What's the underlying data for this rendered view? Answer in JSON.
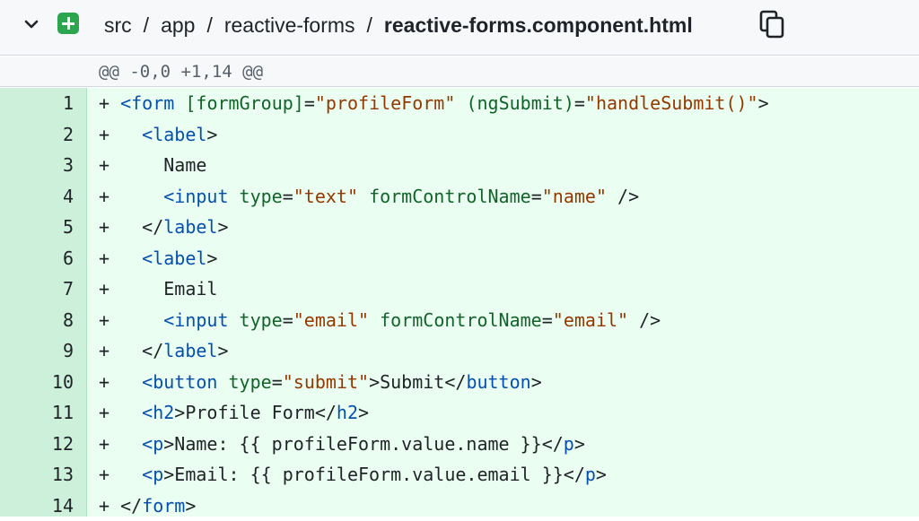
{
  "header": {
    "breadcrumb": [
      "src",
      "app",
      "reactive-forms"
    ],
    "separator": "/",
    "file": "reactive-forms.component.html",
    "icons": {
      "collapse": "chevron-down-icon",
      "status": "file-added-icon",
      "copy": "copy-icon"
    },
    "colors": {
      "added": "#2da44e"
    }
  },
  "hunk": {
    "header": "@@ -0,0 +1,14 @@"
  },
  "lines": [
    {
      "number": "1",
      "segments": [
        [
          "p",
          "+ "
        ],
        [
          "t",
          "<form"
        ],
        [
          "x",
          " "
        ],
        [
          "a",
          "[formGroup]"
        ],
        [
          "x",
          "="
        ],
        [
          "s",
          "\"profileForm\""
        ],
        [
          "x",
          " "
        ],
        [
          "a",
          "(ngSubmit)"
        ],
        [
          "x",
          "="
        ],
        [
          "s",
          "\"handleSubmit()\""
        ],
        [
          "x",
          ">"
        ]
      ]
    },
    {
      "number": "2",
      "segments": [
        [
          "p",
          "+   "
        ],
        [
          "t",
          "<label"
        ],
        [
          "x",
          ">"
        ]
      ]
    },
    {
      "number": "3",
      "segments": [
        [
          "p",
          "+     "
        ],
        [
          "x",
          "Name"
        ]
      ]
    },
    {
      "number": "4",
      "segments": [
        [
          "p",
          "+     "
        ],
        [
          "t",
          "<input"
        ],
        [
          "x",
          " "
        ],
        [
          "a",
          "type"
        ],
        [
          "x",
          "="
        ],
        [
          "s",
          "\"text\""
        ],
        [
          "x",
          " "
        ],
        [
          "a",
          "formControlName"
        ],
        [
          "x",
          "="
        ],
        [
          "s",
          "\"name\""
        ],
        [
          "x",
          " />"
        ]
      ]
    },
    {
      "number": "5",
      "segments": [
        [
          "p",
          "+   "
        ],
        [
          "x",
          "</"
        ],
        [
          "t",
          "label"
        ],
        [
          "x",
          ">"
        ]
      ]
    },
    {
      "number": "6",
      "segments": [
        [
          "p",
          "+   "
        ],
        [
          "t",
          "<label"
        ],
        [
          "x",
          ">"
        ]
      ]
    },
    {
      "number": "7",
      "segments": [
        [
          "p",
          "+     "
        ],
        [
          "x",
          "Email"
        ]
      ]
    },
    {
      "number": "8",
      "segments": [
        [
          "p",
          "+     "
        ],
        [
          "t",
          "<input"
        ],
        [
          "x",
          " "
        ],
        [
          "a",
          "type"
        ],
        [
          "x",
          "="
        ],
        [
          "s",
          "\"email\""
        ],
        [
          "x",
          " "
        ],
        [
          "a",
          "formControlName"
        ],
        [
          "x",
          "="
        ],
        [
          "s",
          "\"email\""
        ],
        [
          "x",
          " />"
        ]
      ]
    },
    {
      "number": "9",
      "segments": [
        [
          "p",
          "+   "
        ],
        [
          "x",
          "</"
        ],
        [
          "t",
          "label"
        ],
        [
          "x",
          ">"
        ]
      ]
    },
    {
      "number": "10",
      "segments": [
        [
          "p",
          "+   "
        ],
        [
          "t",
          "<button"
        ],
        [
          "x",
          " "
        ],
        [
          "a",
          "type"
        ],
        [
          "x",
          "="
        ],
        [
          "s",
          "\"submit\""
        ],
        [
          "x",
          ">Submit</"
        ],
        [
          "t",
          "button"
        ],
        [
          "x",
          ">"
        ]
      ]
    },
    {
      "number": "11",
      "segments": [
        [
          "p",
          "+   "
        ],
        [
          "t",
          "<h2"
        ],
        [
          "x",
          ">Profile Form</"
        ],
        [
          "t",
          "h2"
        ],
        [
          "x",
          ">"
        ]
      ]
    },
    {
      "number": "12",
      "segments": [
        [
          "p",
          "+   "
        ],
        [
          "t",
          "<p"
        ],
        [
          "x",
          ">Name: {{ profileForm.value.name }}</"
        ],
        [
          "t",
          "p"
        ],
        [
          "x",
          ">"
        ]
      ]
    },
    {
      "number": "13",
      "segments": [
        [
          "p",
          "+   "
        ],
        [
          "t",
          "<p"
        ],
        [
          "x",
          ">Email: {{ profileForm.value.email }}</"
        ],
        [
          "t",
          "p"
        ],
        [
          "x",
          ">"
        ]
      ]
    },
    {
      "number": "14",
      "segments": [
        [
          "p",
          "+ "
        ],
        [
          "x",
          "</"
        ],
        [
          "t",
          "form"
        ],
        [
          "x",
          ">"
        ]
      ]
    }
  ]
}
